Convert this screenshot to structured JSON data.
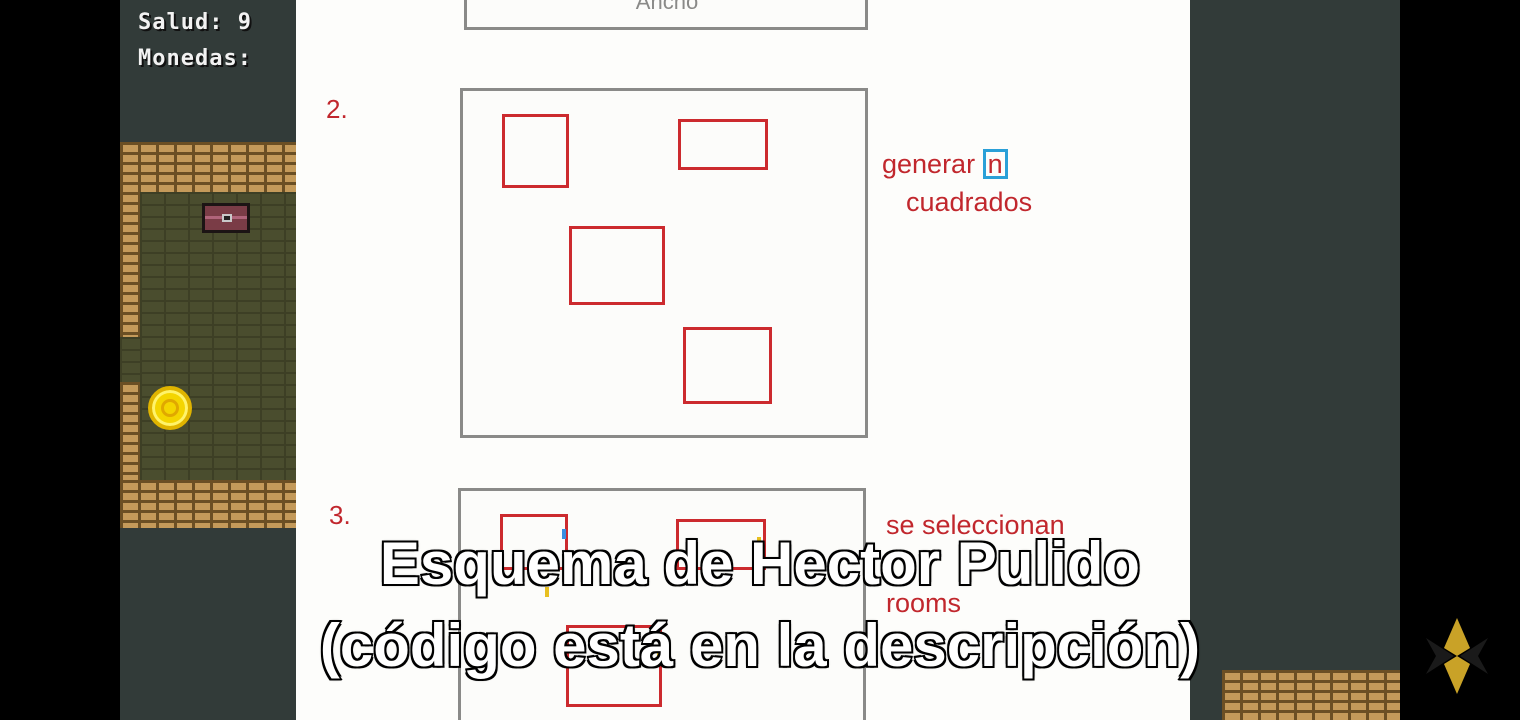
{
  "hud": {
    "health": "Salud: 9",
    "coins": "Monedas:"
  },
  "slide": {
    "top_label": "Ancho",
    "step2_number": "2.",
    "step2_note_line1": "generar",
    "step2_note_var": "n",
    "step2_note_line2": "cuadrados",
    "step3_number": "3.",
    "step3_note_line1": "se seleccionan",
    "step3_note_line2": "rooms"
  },
  "subtitles": {
    "line1": "Esquema de Hector Pulido",
    "line2": "(código está en la descripción)"
  },
  "colors": {
    "game_bg": "#323b39",
    "slide_red": "#c1272d",
    "highlight_blue": "#2aa0d8",
    "frame_gray": "#8a8a88"
  },
  "icons": {
    "chest": "treasure-chest-icon",
    "coin": "gold-coin-icon",
    "watermark": "channel-logo-icon"
  }
}
